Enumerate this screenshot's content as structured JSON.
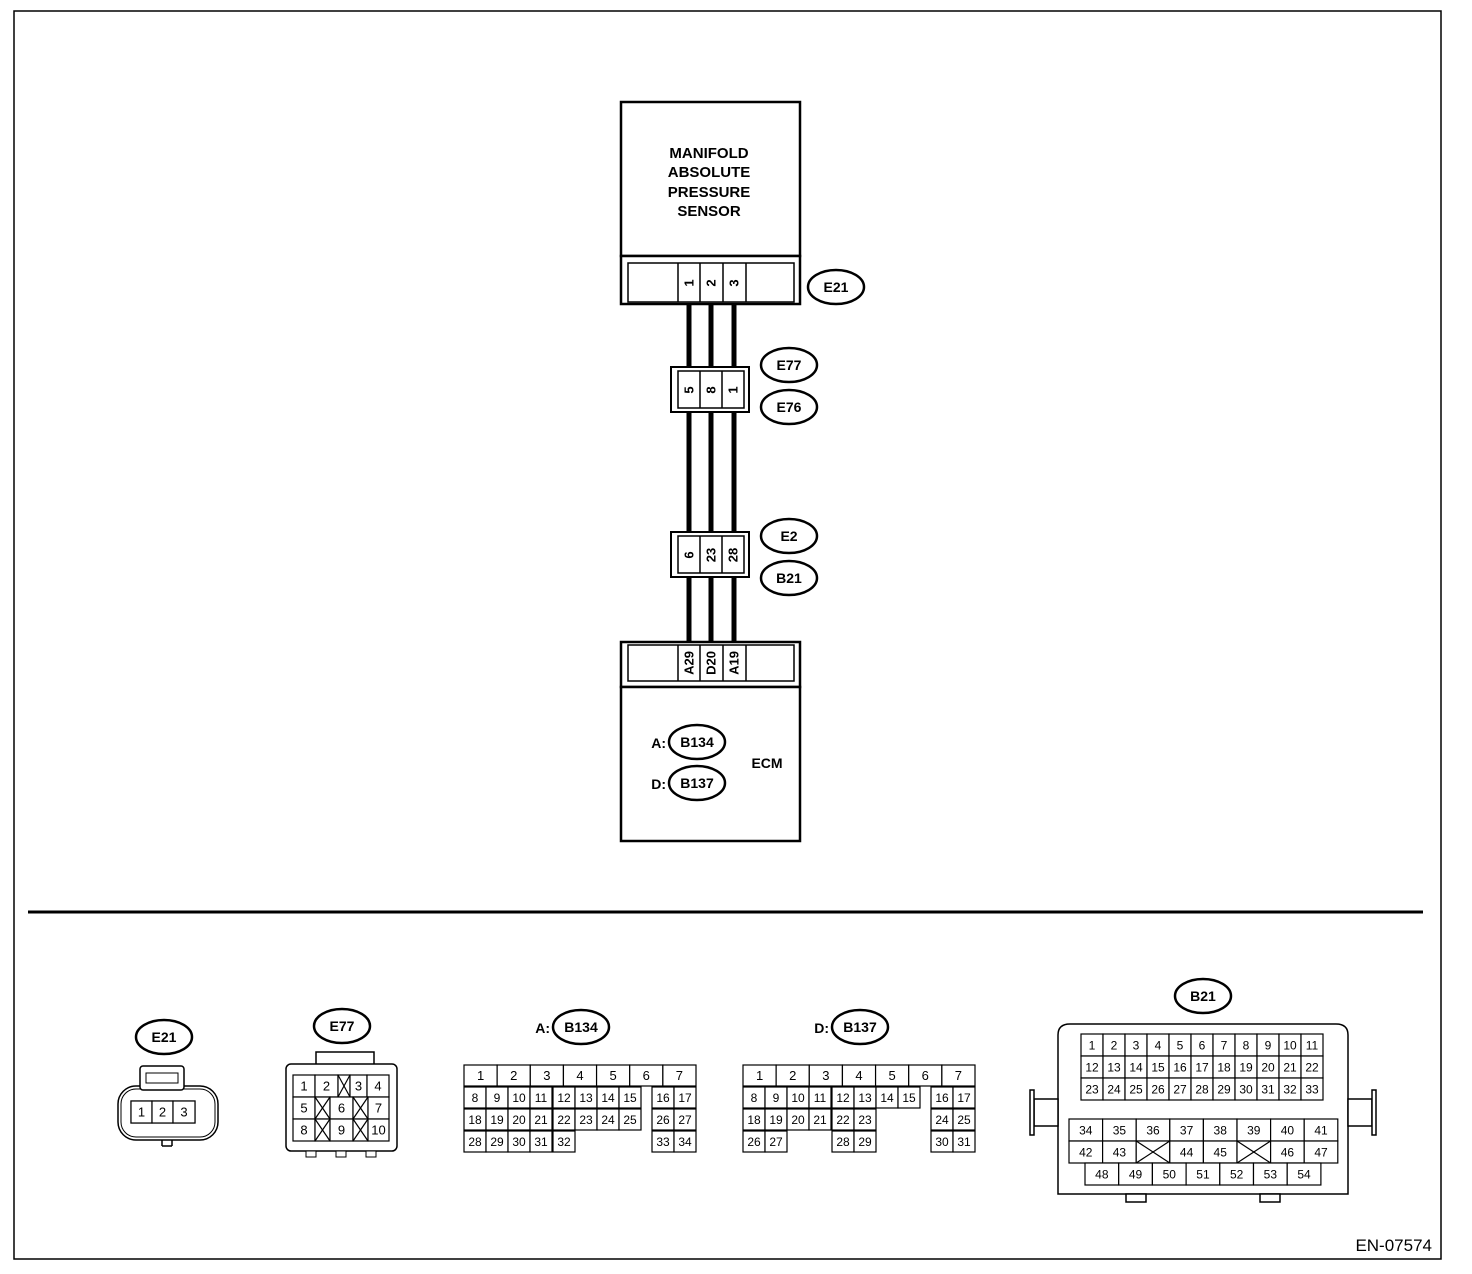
{
  "sensor": {
    "lines": [
      "MANIFOLD",
      "ABSOLUTE",
      "PRESSURE",
      "SENSOR"
    ],
    "connector_id": "E21",
    "pins": [
      "1",
      "2",
      "3"
    ]
  },
  "joint_upper": {
    "ids": [
      "E77",
      "E76"
    ],
    "pins": [
      "5",
      "8",
      "1"
    ]
  },
  "joint_lower": {
    "ids": [
      "E2",
      "B21"
    ],
    "pins": [
      "6",
      "23",
      "28"
    ]
  },
  "ecm": {
    "pins": [
      "A29",
      "D20",
      "A19"
    ],
    "label": "ECM",
    "conn_a_prefix": "A:",
    "conn_a_id": "B134",
    "conn_d_prefix": "D:",
    "conn_d_id": "B137"
  },
  "connector_views": {
    "e21": {
      "id": "E21",
      "pins": [
        "1",
        "2",
        "3"
      ]
    },
    "e77": {
      "id": "E77",
      "rows": [
        [
          "1",
          "2",
          "",
          "3",
          "4"
        ],
        [
          "5",
          "",
          "6",
          "",
          "7"
        ],
        [
          "8",
          "",
          "9",
          "",
          "10"
        ]
      ]
    },
    "b134": {
      "prefix": "A:",
      "id": "B134",
      "row1": [
        "1",
        "2",
        "3",
        "4",
        "5",
        "6",
        "7"
      ],
      "row2": [
        "8",
        "9",
        "10",
        "11",
        "12",
        "13",
        "14",
        "15",
        "16",
        "17"
      ],
      "row3": [
        "18",
        "19",
        "20",
        "21",
        "22",
        "23",
        "24",
        "25",
        "26",
        "27"
      ],
      "row4": [
        "28",
        "29",
        "30",
        "31",
        "32",
        "33",
        "34"
      ]
    },
    "b137": {
      "prefix": "D:",
      "id": "B137",
      "row1": [
        "1",
        "2",
        "3",
        "4",
        "5",
        "6",
        "7"
      ],
      "row2": [
        "8",
        "9",
        "10",
        "11",
        "12",
        "13",
        "14",
        "15",
        "16",
        "17"
      ],
      "row3": [
        "18",
        "19",
        "20",
        "21",
        "22",
        "23",
        "24",
        "25"
      ],
      "row4": [
        "26",
        "27",
        "28",
        "29",
        "30",
        "31"
      ]
    },
    "b21": {
      "id": "B21",
      "row1": [
        "1",
        "2",
        "3",
        "4",
        "5",
        "6",
        "7",
        "8",
        "9",
        "10",
        "11"
      ],
      "row2": [
        "12",
        "13",
        "14",
        "15",
        "16",
        "17",
        "18",
        "19",
        "20",
        "21",
        "22"
      ],
      "row3": [
        "23",
        "24",
        "25",
        "26",
        "27",
        "28",
        "29",
        "30",
        "31",
        "32",
        "33"
      ],
      "row4": [
        "34",
        "35",
        "36",
        "37",
        "38",
        "39",
        "40",
        "41"
      ],
      "row5": [
        "42",
        "43",
        "44",
        "45",
        "46",
        "47"
      ],
      "row6": [
        "48",
        "49",
        "50",
        "51",
        "52",
        "53",
        "54"
      ]
    }
  },
  "figure_code": "EN-07574"
}
